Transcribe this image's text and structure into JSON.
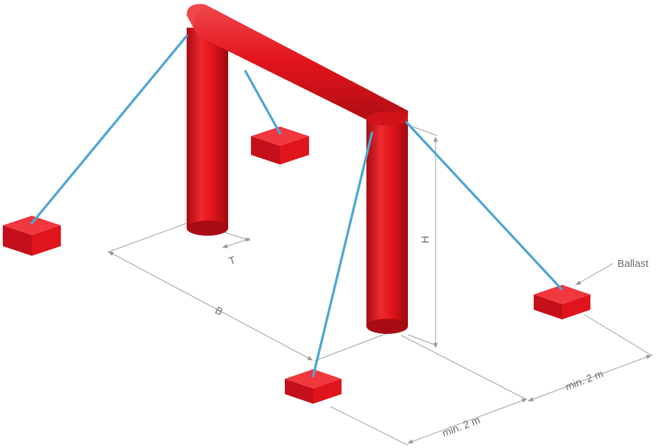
{
  "labels": {
    "ballast": "Ballast",
    "width": "B",
    "depth": "T",
    "height": "H",
    "min_distance_front": "min. 2 m",
    "min_distance_side": "min. 2 m"
  },
  "colors": {
    "arch": "#e3141b",
    "arch_shadow": "#b60e14",
    "arch_highlight": "#f0474c",
    "rope": "#4fa6d4",
    "dimension": "#9a9a9a"
  }
}
